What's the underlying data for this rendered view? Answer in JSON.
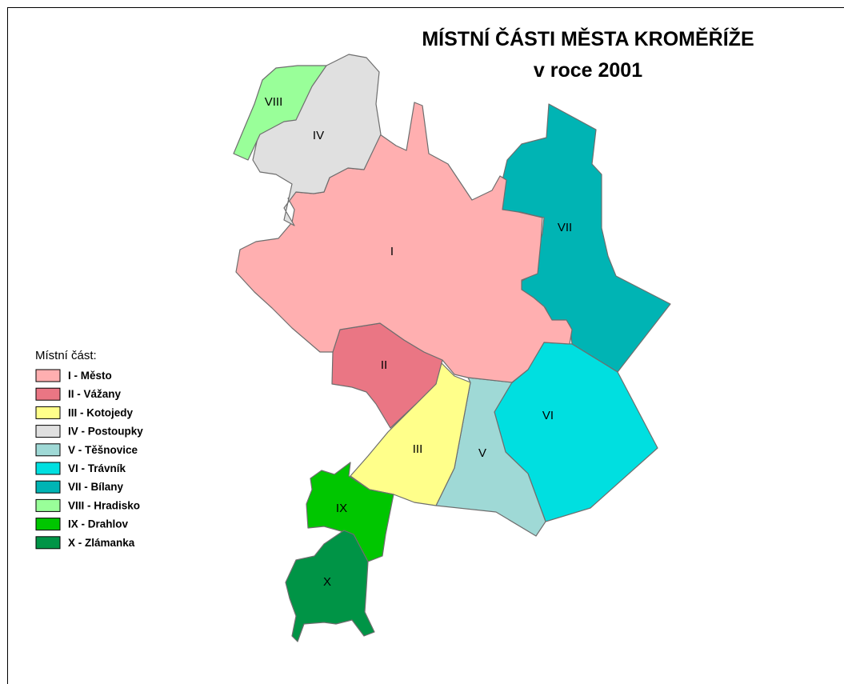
{
  "title": {
    "line1": "MÍSTNÍ ČÁSTI MĚSTA KROMĚŘÍŽE",
    "line2": "v roce 2001"
  },
  "legend": {
    "title": "Místní část:",
    "items": [
      {
        "label": "I - Město",
        "color": "#ffafb0"
      },
      {
        "label": "II - Vážany",
        "color": "#ea7684"
      },
      {
        "label": "III - Kotojedy",
        "color": "#ffff8a"
      },
      {
        "label": "IV - Postoupky",
        "color": "#e0e0e0"
      },
      {
        "label": "V - Těšnovice",
        "color": "#9fd9d6"
      },
      {
        "label": "VI - Trávník",
        "color": "#00dfe0"
      },
      {
        "label": "VII - Bílany",
        "color": "#00b4b4"
      },
      {
        "label": "VIII - Hradisko",
        "color": "#99ff99"
      },
      {
        "label": "IX - Drahlov",
        "color": "#00c600"
      },
      {
        "label": "X - Zlámanka",
        "color": "#009446"
      }
    ]
  },
  "regions": [
    {
      "id": "I",
      "label": "I",
      "color": "#ffafb0"
    },
    {
      "id": "II",
      "label": "II",
      "color": "#ea7684"
    },
    {
      "id": "III",
      "label": "III",
      "color": "#ffff8a"
    },
    {
      "id": "IV",
      "label": "IV",
      "color": "#e0e0e0"
    },
    {
      "id": "V",
      "label": "V",
      "color": "#9fd9d6"
    },
    {
      "id": "VI",
      "label": "VI",
      "color": "#00dfe0"
    },
    {
      "id": "VII",
      "label": "VII",
      "color": "#00b4b4"
    },
    {
      "id": "VIII",
      "label": "VIII",
      "color": "#99ff99"
    },
    {
      "id": "IX",
      "label": "IX",
      "color": "#00c600"
    },
    {
      "id": "X",
      "label": "X",
      "color": "#009446"
    }
  ]
}
